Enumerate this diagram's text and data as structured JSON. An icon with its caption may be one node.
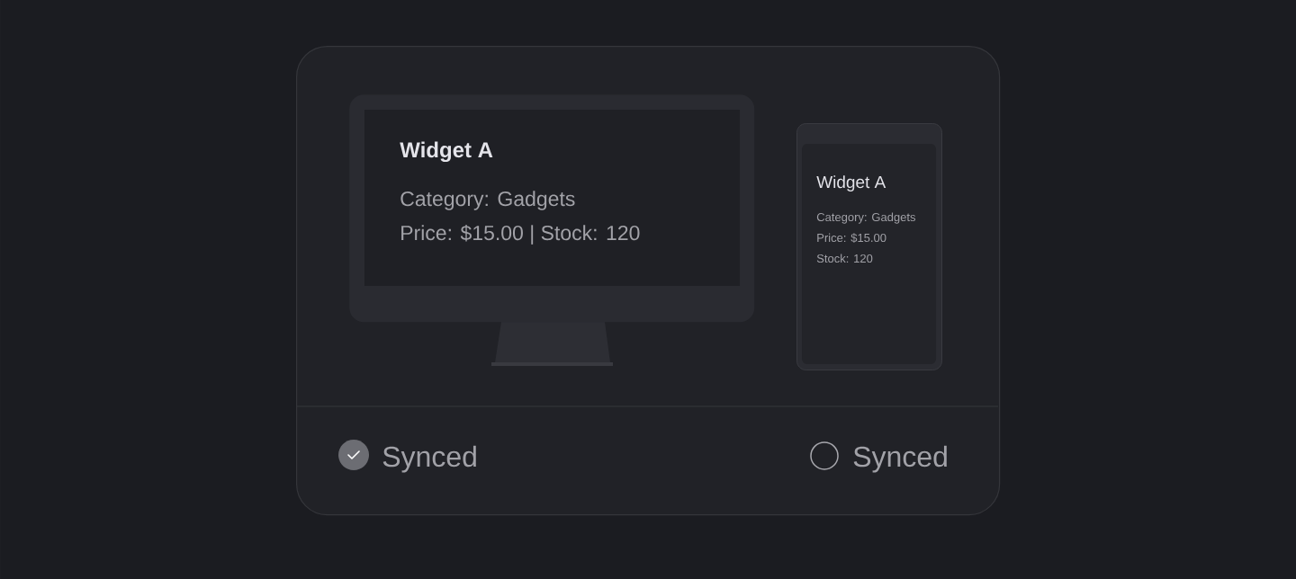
{
  "diagram": {
    "nodes": [
      {
        "text": [],
        "shape": "box"
      },
      {
        "text": [
          "Widget A",
          "Category: Gadgets",
          "Price: $15.00 | Stock: 120"
        ],
        "in": 0
      },
      {
        "text": [
          "Widget A",
          "Category: Gadgets",
          "Price: $15.00",
          "Stock: 120"
        ],
        "in": 0
      }
    ],
    "labels": [
      "Synced",
      "Synced"
    ]
  }
}
